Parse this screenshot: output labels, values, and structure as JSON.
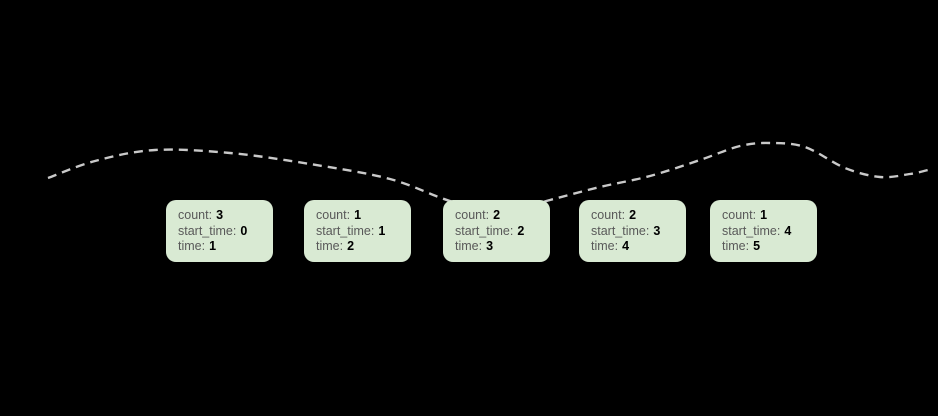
{
  "diagram": {
    "background_color": "#000000",
    "node_fill_color": "#d9ead3",
    "label_color": "#595959",
    "value_color": "#000000",
    "field_labels": {
      "count": "count:",
      "start_time": "start_time:",
      "time": "time:"
    },
    "nodes": [
      {
        "count": "3",
        "start_time": "0",
        "time": "1"
      },
      {
        "count": "1",
        "start_time": "1",
        "time": "2"
      },
      {
        "count": "2",
        "start_time": "2",
        "time": "3"
      },
      {
        "count": "2",
        "start_time": "3",
        "time": "4"
      },
      {
        "count": "1",
        "start_time": "4",
        "time": "5"
      }
    ],
    "curve": {
      "color": "#c9c9c9",
      "stroke_width": 2.4,
      "dash": "9 6",
      "points": [
        [
          48,
          178
        ],
        [
          95,
          161
        ],
        [
          155,
          150
        ],
        [
          230,
          153
        ],
        [
          310,
          164
        ],
        [
          390,
          179
        ],
        [
          450,
          201
        ],
        [
          502,
          213
        ],
        [
          550,
          200
        ],
        [
          600,
          187
        ],
        [
          650,
          176
        ],
        [
          700,
          160
        ],
        [
          740,
          146
        ],
        [
          770,
          143
        ],
        [
          805,
          147
        ],
        [
          845,
          168
        ],
        [
          880,
          177
        ],
        [
          910,
          174
        ],
        [
          932,
          169
        ]
      ]
    }
  }
}
